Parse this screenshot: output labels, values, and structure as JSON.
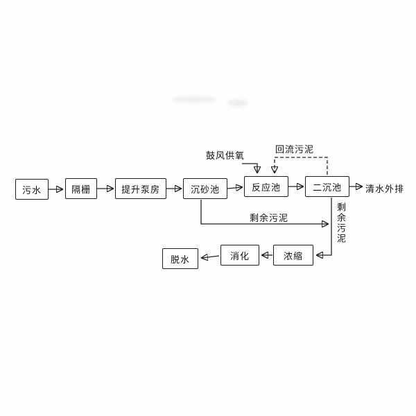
{
  "diagram": {
    "nodes": {
      "sewage": {
        "label": "污水"
      },
      "bar_screen": {
        "label": "隔栅"
      },
      "lift_pump_station": {
        "label": "提升泵房"
      },
      "grit_chamber": {
        "label": "沉砂池"
      },
      "reaction_tank": {
        "label": "反应池"
      },
      "secondary_clarifier": {
        "label": "二沉池"
      },
      "thickening": {
        "label": "浓缩"
      },
      "digestion": {
        "label": "消化"
      },
      "dewatering": {
        "label": "脱水"
      }
    },
    "labels": {
      "blower_oxygen": "鼓风供氧",
      "return_sludge": "回流污泥",
      "effluent_discharge": "清水外排",
      "excess_sludge": "剩余污泥",
      "excess_sludge_vertical": "剩余污泥"
    },
    "edges": [
      {
        "from": "sewage",
        "to": "bar_screen",
        "style": "solid",
        "label": ""
      },
      {
        "from": "bar_screen",
        "to": "lift_pump_station",
        "style": "solid",
        "label": ""
      },
      {
        "from": "lift_pump_station",
        "to": "grit_chamber",
        "style": "solid",
        "label": ""
      },
      {
        "from": "grit_chamber",
        "to": "reaction_tank",
        "style": "solid",
        "label": ""
      },
      {
        "from": "reaction_tank",
        "to": "secondary_clarifier",
        "style": "solid",
        "label": ""
      },
      {
        "from": "secondary_clarifier",
        "to": "effluent_discharge",
        "style": "solid",
        "label": "清水外排"
      },
      {
        "from": "blower_oxygen",
        "to": "reaction_tank",
        "style": "solid",
        "label": "鼓风供氧"
      },
      {
        "from": "secondary_clarifier",
        "to": "reaction_tank",
        "style": "dashed",
        "label": "回流污泥"
      },
      {
        "from": "grit_chamber",
        "to": "thickening",
        "style": "solid",
        "label": "剩余污泥"
      },
      {
        "from": "secondary_clarifier",
        "to": "thickening",
        "style": "solid",
        "label": "剩余污泥"
      },
      {
        "from": "thickening",
        "to": "digestion",
        "style": "solid",
        "label": ""
      },
      {
        "from": "digestion",
        "to": "dewatering",
        "style": "solid",
        "label": ""
      }
    ]
  }
}
